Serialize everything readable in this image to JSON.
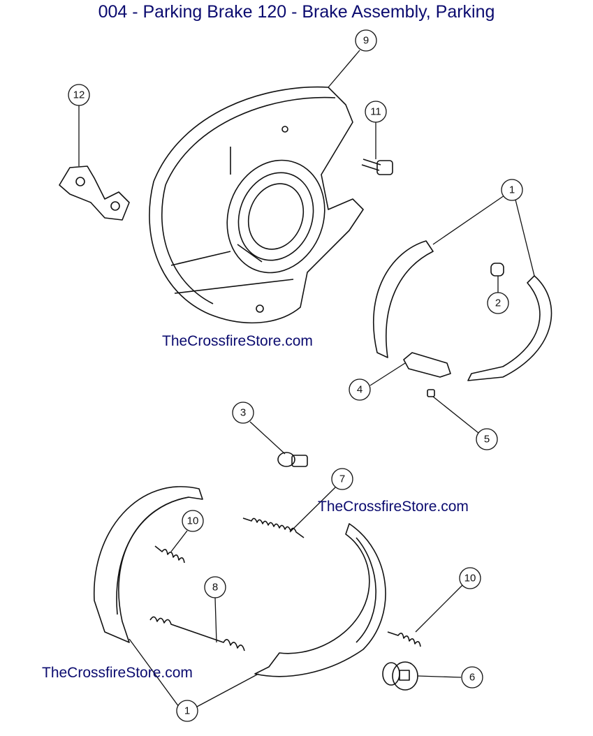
{
  "title": "004 - Parking Brake 120 - Brake Assembly, Parking",
  "watermarks": [
    "TheCrossfireStore.com",
    "TheCrossfireStore.com",
    "TheCrossfireStore.com"
  ],
  "callouts": [
    {
      "label": "9",
      "part": "backing-plate"
    },
    {
      "label": "12",
      "part": "bracket"
    },
    {
      "label": "11",
      "part": "bolt"
    },
    {
      "label": "1",
      "part": "brake-shoe-upper"
    },
    {
      "label": "2",
      "part": "sleeve"
    },
    {
      "label": "4",
      "part": "adjuster"
    },
    {
      "label": "5",
      "part": "adjuster-nut"
    },
    {
      "label": "3",
      "part": "hold-down-cap"
    },
    {
      "label": "7",
      "part": "upper-return-spring"
    },
    {
      "label": "10",
      "part": "hold-down-spring-left"
    },
    {
      "label": "8",
      "part": "lower-return-spring"
    },
    {
      "label": "10",
      "part": "hold-down-spring-right"
    },
    {
      "label": "6",
      "part": "plug"
    },
    {
      "label": "1",
      "part": "brake-shoe-lower"
    }
  ]
}
